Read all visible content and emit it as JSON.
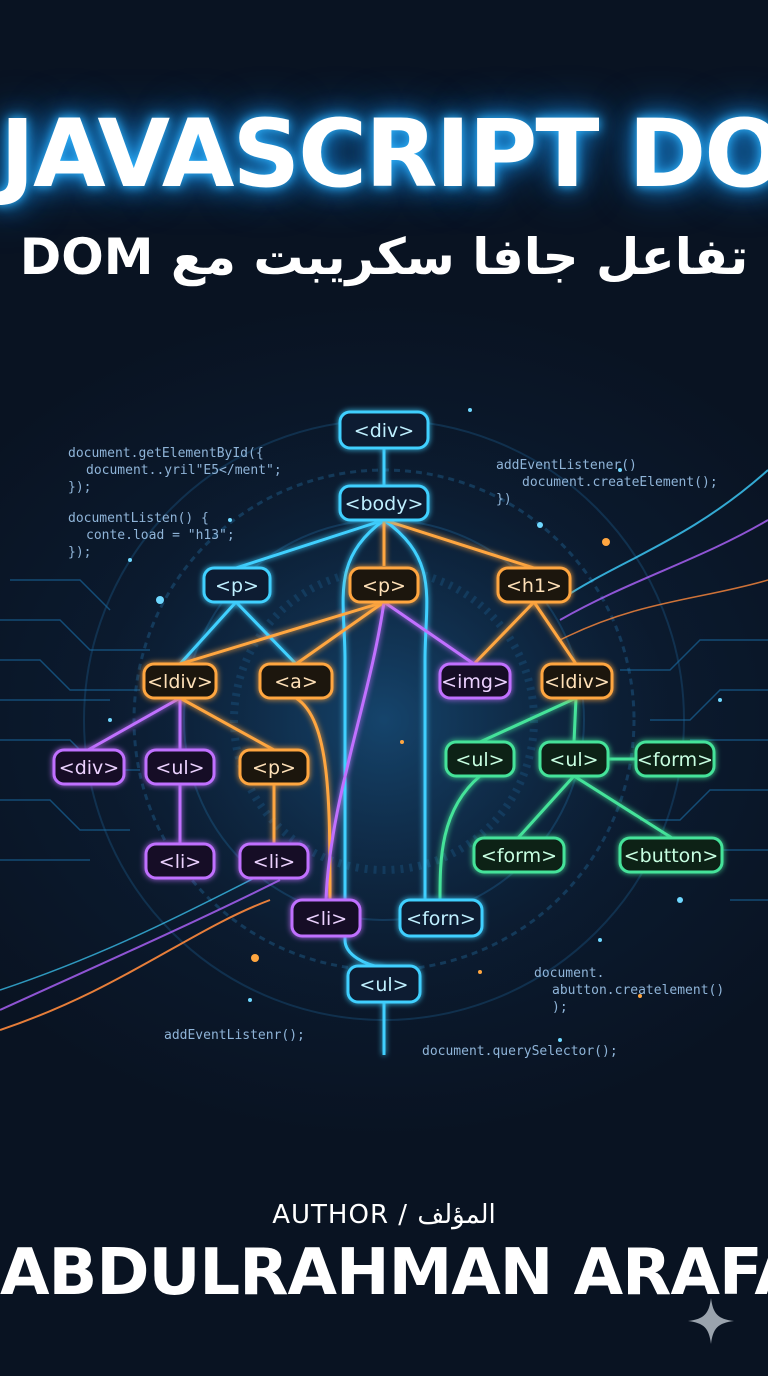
{
  "cover": {
    "title": "JAVASCRIPT DOM",
    "subtitle": "تفاعل جافا سكريبت مع DOM",
    "author_label": "AUTHOR / المؤلف",
    "author_name": "ABDULRAHMAN ARAFAT",
    "corner_icon": "sparkle-icon"
  },
  "tree": {
    "nodes": {
      "div_top": "<div>",
      "body": "<body>",
      "p_left": "<p>",
      "p_center": "<p>",
      "h1": "<h1>",
      "ldiv_left": "<ldiv>",
      "a": "<a>",
      "img": "<img>",
      "ldiv_right": "<ldiv>",
      "div_l3": "<div>",
      "ul_l3": "<ul>",
      "p_l3": "<p>",
      "ul_r1": "<ul>",
      "ul_r2": "<ul>",
      "form_r": "<form>",
      "li_1": "<li>",
      "li_2": "<li>",
      "form_r2": "<form>",
      "button": "<button>",
      "li_3": "<li>",
      "forn": "<forn>",
      "ul_bottom": "<ul>"
    }
  },
  "code": {
    "top_left": [
      "document.getElementById({",
      "document..yril\"E5</ment\";",
      "});",
      "documentListen() {",
      "conte.load = \"h13\";",
      "});"
    ],
    "top_right": [
      "addEventListener()",
      "document.createElement();",
      "})"
    ],
    "bottom_right": [
      "document.",
      "abutton.createlement()",
      ");"
    ],
    "bottom_left": "addEventListenr();",
    "bottom_center": "document.querySelector();"
  },
  "colors": {
    "cyan": "#3fd0ff",
    "orange": "#ffa640",
    "purple": "#c070ff",
    "green": "#45e39a",
    "background": "#0a1424"
  }
}
